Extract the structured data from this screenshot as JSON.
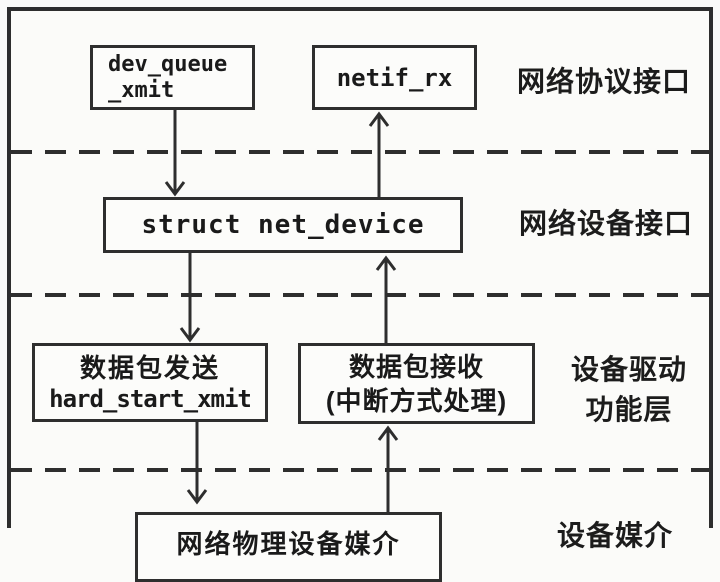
{
  "colors": {
    "line": "#2e2e2e",
    "text": "#1a1a1a",
    "background": "#fbfbf9"
  },
  "boxes": {
    "dev_queue_xmit": {
      "line1": "dev_queue",
      "line2": "_xmit"
    },
    "netif_rx": {
      "label": "netif_rx"
    },
    "net_device": {
      "label": "struct net_device"
    },
    "packet_send": {
      "line1": "数据包发送",
      "line2": "hard_start_xmit"
    },
    "packet_receive": {
      "line1": "数据包接收",
      "line2": "(中断方式处理)"
    },
    "physical_media": {
      "label": "网络物理设备媒介"
    }
  },
  "layer_labels": {
    "protocol": "网络协议接口",
    "device_interface": "网络设备接口",
    "driver_line1": "设备驱动",
    "driver_line2": "功能层",
    "media": "设备媒介"
  }
}
